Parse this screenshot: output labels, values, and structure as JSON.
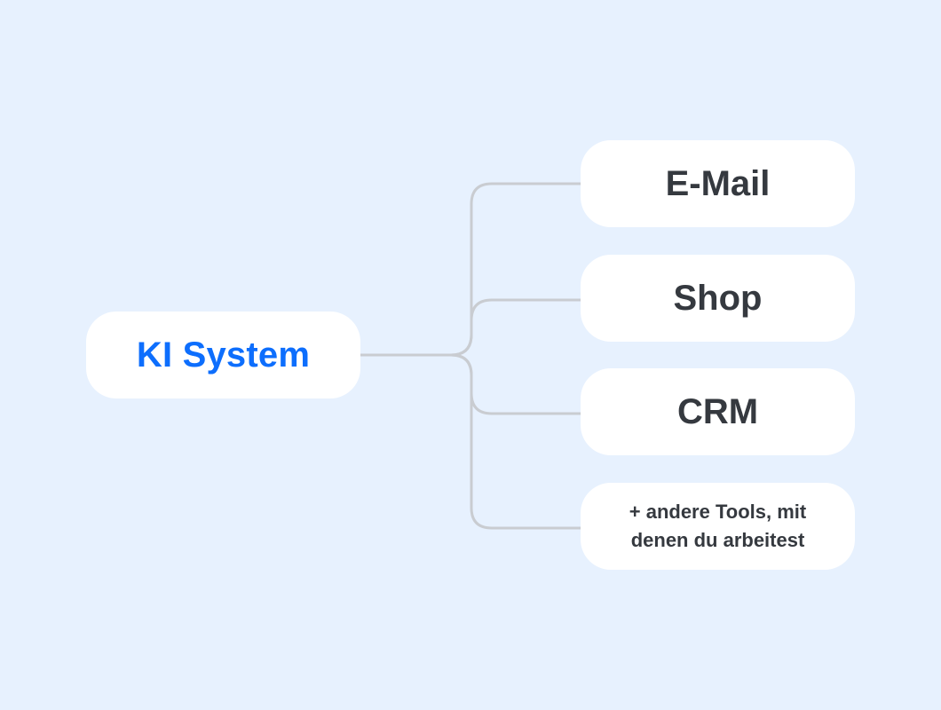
{
  "diagram": {
    "root": {
      "label": "KI System",
      "color": "#0d6efd"
    },
    "children": [
      {
        "label": "E-Mail"
      },
      {
        "label": "Shop"
      },
      {
        "label": "CRM"
      },
      {
        "label": "+ andere Tools, mit denen du arbeitest"
      }
    ],
    "colors": {
      "background": "#e7f1fe",
      "node": "#ffffff",
      "connector": "#c9ccd1",
      "child_text": "#35393f"
    }
  }
}
